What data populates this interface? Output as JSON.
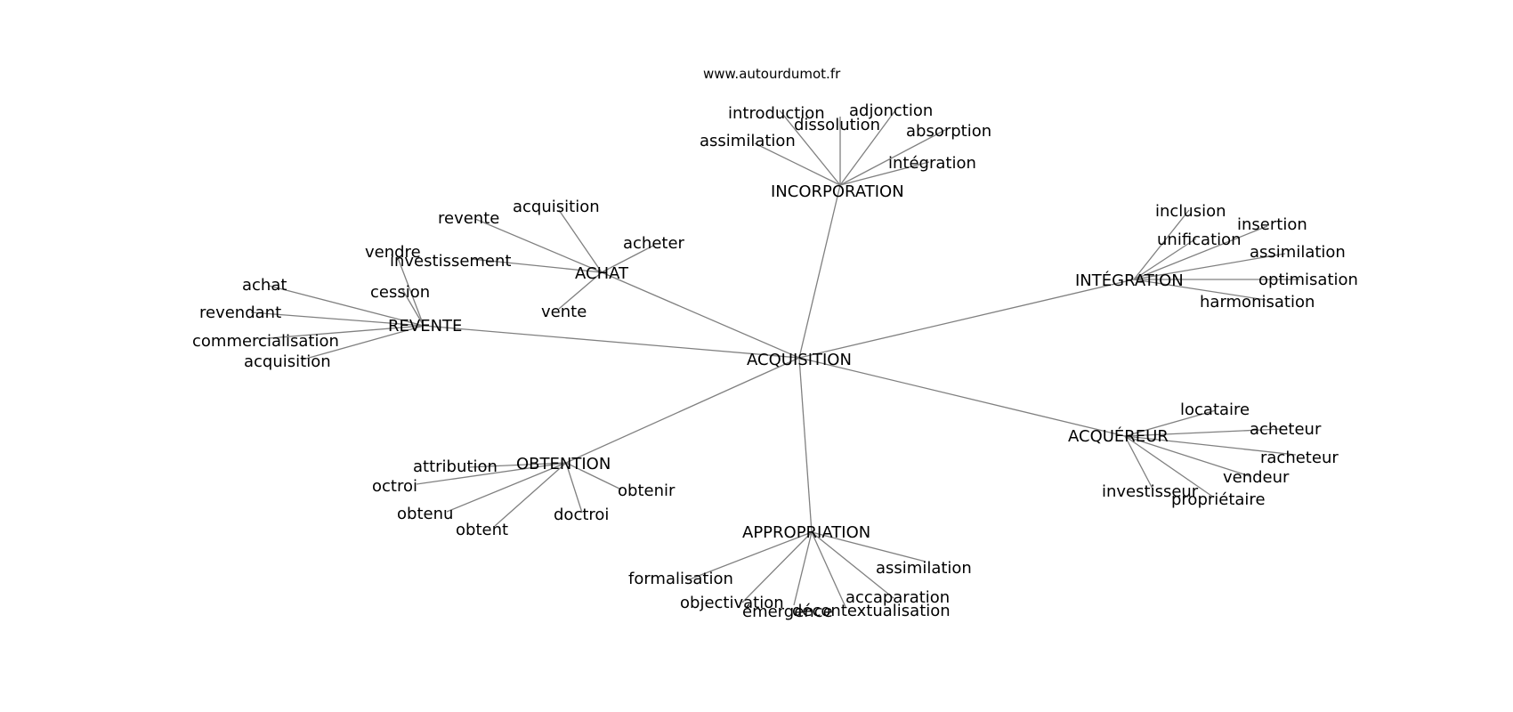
{
  "watermark": "www.autourdumot.fr",
  "edge_color": "#808080",
  "text_color": "#000000",
  "background": "#ffffff",
  "center": "ACQUISITION",
  "groups": [
    {
      "label": "INCORPORATION",
      "leaves": [
        "introduction",
        "adjonction",
        "dissolution",
        "absorption",
        "assimilation",
        "intégration"
      ]
    },
    {
      "label": "ACHAT",
      "leaves": [
        "acquisition",
        "revente",
        "acheter",
        "investissement",
        "vente"
      ]
    },
    {
      "label": "REVENTE",
      "leaves": [
        "vendre",
        "achat",
        "cession",
        "revendant",
        "commercialisation",
        "acquisition"
      ]
    },
    {
      "label": "INTÉGRATION",
      "leaves": [
        "inclusion",
        "insertion",
        "unification",
        "assimilation",
        "optimisation",
        "harmonisation"
      ]
    },
    {
      "label": "ACQUÉREUR",
      "leaves": [
        "locataire",
        "acheteur",
        "racheteur",
        "vendeur",
        "investisseur",
        "propriétaire"
      ]
    },
    {
      "label": "OBTENTION",
      "leaves": [
        "attribution",
        "octroi",
        "obtenir",
        "obtenu",
        "doctroi",
        "obtent"
      ]
    },
    {
      "label": "APPROPRIATION",
      "leaves": [
        "assimilation",
        "formalisation",
        "accaparation",
        "objectivation",
        "émergence",
        "décontextualisation"
      ]
    }
  ]
}
